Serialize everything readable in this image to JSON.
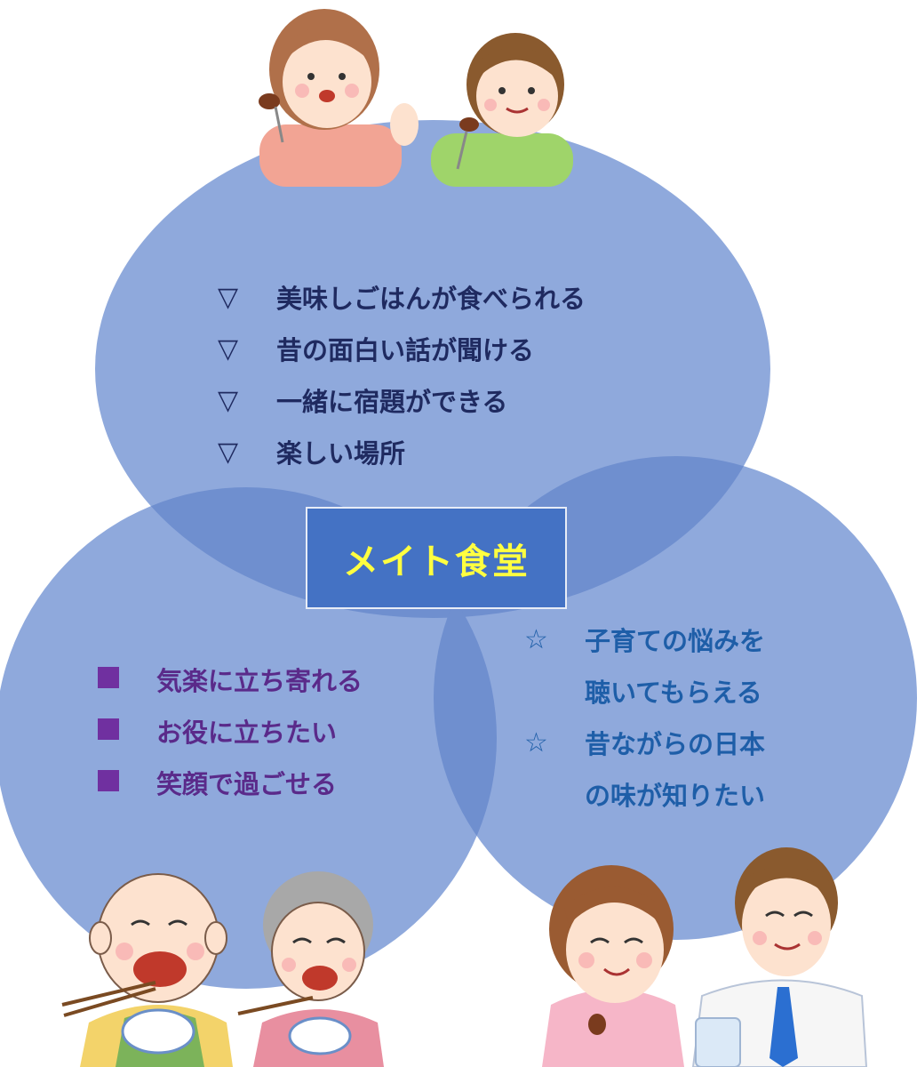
{
  "center_label": "メイト食堂",
  "colors": {
    "circle_fill": "#8fa9dc",
    "overlap_fill": "#6f8fcf",
    "center_box": "#4472c4",
    "center_text": "#ffff40",
    "top_text": "#1f2a60",
    "left_text": "#5a2a8a",
    "left_marker": "#7030a0",
    "right_text": "#1e5ea8"
  },
  "children_group": {
    "marker": "▽",
    "items": [
      "美味しごはんが食べられる",
      "昔の面白い話が聞ける",
      "一緒に宿題ができる",
      "楽しい場所"
    ]
  },
  "elderly_group": {
    "items": [
      "気楽に立ち寄れる",
      "お役に立ちたい",
      "笑顔で過ごせる"
    ]
  },
  "parents_group": {
    "marker": "☆",
    "items": [
      {
        "line1": "子育ての悩みを",
        "line2": "聴いてもらえる"
      },
      {
        "line1": "昔ながらの日本",
        "line2": "の味が知りたい"
      }
    ]
  },
  "icons": [
    "children-eating-illustration",
    "elderly-couple-eating-illustration",
    "parents-couple-illustration"
  ]
}
